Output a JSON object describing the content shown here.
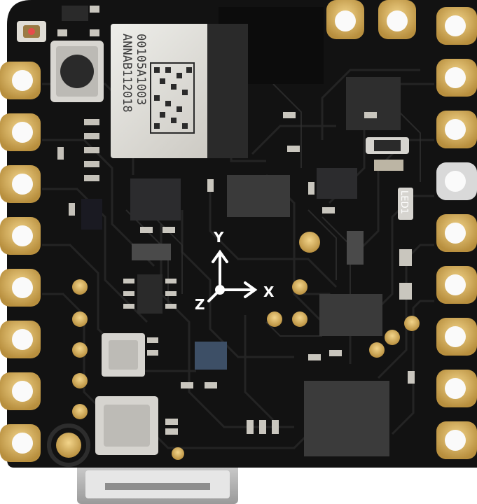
{
  "board": {
    "module_label_line1": "ANNAB112018",
    "module_label_line2": "00105A1003",
    "axis_labels": {
      "y": "Y",
      "x": "X",
      "z": "Z"
    },
    "led_silkscreen": "LED1"
  },
  "colors": {
    "pcb": "#121212",
    "trace": "#1e1e1e",
    "gold": "#d8b264",
    "shield": "#d9d7d2",
    "chip": "#2c2c2c",
    "silkscreen": "#ffffff"
  }
}
